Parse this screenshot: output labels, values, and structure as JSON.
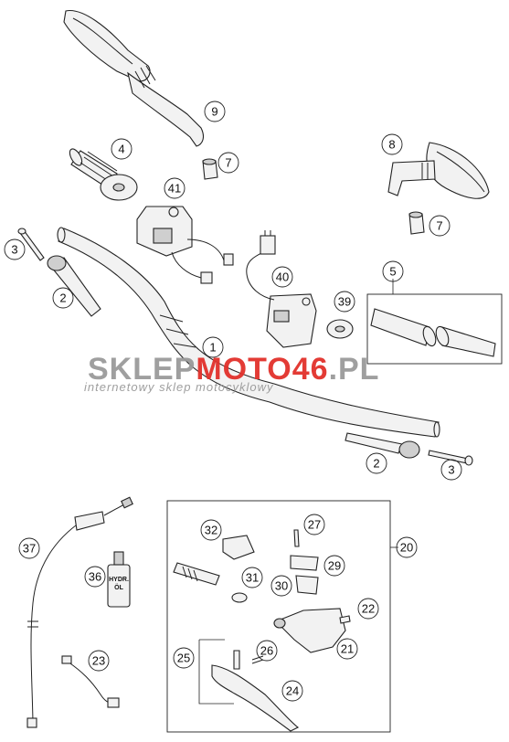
{
  "watermark": {
    "brand_part1": "SKLEP",
    "brand_part2": "MOTO",
    "brand_part3": "46",
    "brand_part4": ".PL",
    "tagline": "internetowy sklep motocyklowy",
    "color_gray": "#9a9a9a",
    "color_red": "#e2312b"
  },
  "bottle_label": {
    "line1": "HYDR.",
    "line2": "ÖL"
  },
  "callouts": [
    {
      "id": "c9",
      "label": "9"
    },
    {
      "id": "c4",
      "label": "4"
    },
    {
      "id": "c7a",
      "label": "7"
    },
    {
      "id": "c8",
      "label": "8"
    },
    {
      "id": "c41",
      "label": "41"
    },
    {
      "id": "c7b",
      "label": "7"
    },
    {
      "id": "c3a",
      "label": "3"
    },
    {
      "id": "c5",
      "label": "5"
    },
    {
      "id": "c2a",
      "label": "2"
    },
    {
      "id": "c40",
      "label": "40"
    },
    {
      "id": "c39",
      "label": "39"
    },
    {
      "id": "c1",
      "label": "1"
    },
    {
      "id": "c2b",
      "label": "2"
    },
    {
      "id": "c3b",
      "label": "3"
    },
    {
      "id": "c20",
      "label": "20"
    },
    {
      "id": "c37",
      "label": "37"
    },
    {
      "id": "c32",
      "label": "32"
    },
    {
      "id": "c27",
      "label": "27"
    },
    {
      "id": "c36",
      "label": "36"
    },
    {
      "id": "c29",
      "label": "29"
    },
    {
      "id": "c31",
      "label": "31"
    },
    {
      "id": "c30",
      "label": "30"
    },
    {
      "id": "c22",
      "label": "22"
    },
    {
      "id": "c21",
      "label": "21"
    },
    {
      "id": "c25",
      "label": "25"
    },
    {
      "id": "c26",
      "label": "26"
    },
    {
      "id": "c23",
      "label": "23"
    },
    {
      "id": "c24",
      "label": "24"
    }
  ]
}
